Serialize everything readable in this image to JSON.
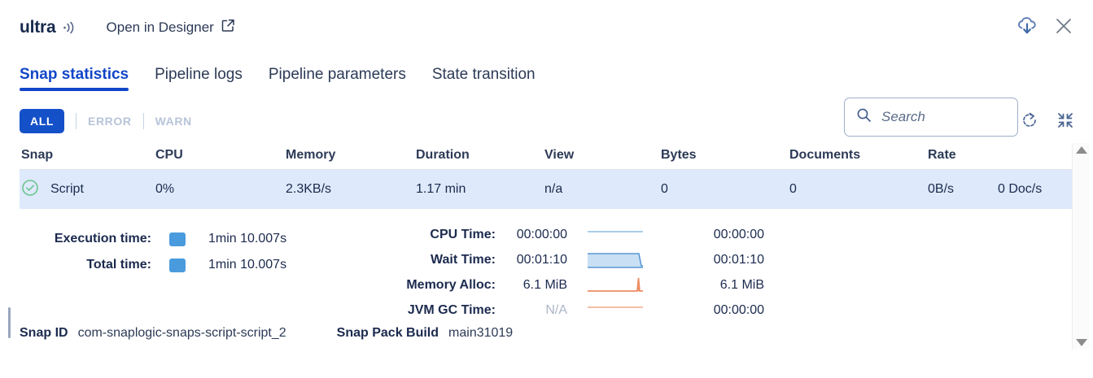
{
  "header": {
    "brand": "ultra",
    "sound_icon": "sound-icon",
    "open_in_designer": "Open in Designer",
    "external_link_icon": "external-link-icon",
    "download_icon": "cloud-download-icon",
    "close_icon": "close-icon"
  },
  "tabs": [
    {
      "label": "Snap statistics",
      "active": true
    },
    {
      "label": "Pipeline logs",
      "active": false
    },
    {
      "label": "Pipeline parameters",
      "active": false
    },
    {
      "label": "State transition",
      "active": false
    }
  ],
  "filters": {
    "all": "ALL",
    "error": "ERROR",
    "warn": "WARN"
  },
  "search": {
    "placeholder": "Search",
    "value": "",
    "icon": "search-icon"
  },
  "toolbar": {
    "refresh_icon": "refresh-icon",
    "collapse_icon": "collapse-icon"
  },
  "table": {
    "columns": [
      "Snap",
      "CPU",
      "Memory",
      "Duration",
      "View",
      "Bytes",
      "Documents",
      "Rate",
      ""
    ],
    "rows": [
      {
        "status_icon": "check-circle-icon",
        "snap": "Script",
        "cpu": "0%",
        "memory": "2.3KB/s",
        "duration": "1.17 min",
        "view": "n/a",
        "bytes": "0",
        "documents": "0",
        "rate": "0B/s",
        "rate_docs": "0 Doc/s",
        "selected": true
      }
    ]
  },
  "detail": {
    "left": [
      {
        "label": "Execution time:",
        "swatch": "#4a9bdd",
        "value": "1min 10.007s"
      },
      {
        "label": "Total time:",
        "swatch": "#4a9bdd",
        "value": "1min 10.007s"
      }
    ],
    "metrics": [
      {
        "label": "CPU Time:",
        "value": "00:00:00",
        "na": false,
        "total": "00:00:00",
        "spark": "flat-blue-line"
      },
      {
        "label": "Wait Time:",
        "value": "00:01:10",
        "na": false,
        "total": "00:01:10",
        "spark": "filled-blue-area"
      },
      {
        "label": "Memory Alloc:",
        "value": "6.1 MiB",
        "na": false,
        "total": "6.1 MiB",
        "spark": "orange-line-spike"
      },
      {
        "label": "JVM GC Time:",
        "value": "N/A",
        "na": true,
        "total": "00:00:00",
        "spark": "flat-orange-line"
      }
    ],
    "snap_id_label": "Snap ID",
    "snap_id_value": "com-snaplogic-snaps-script-script_2",
    "snap_pack_label": "Snap Pack Build",
    "snap_pack_value": "main31019"
  },
  "colors": {
    "accent_blue": "#1246c8",
    "chip_blue": "#1450c8",
    "row_selected": "#dee9fb",
    "green_status": "#58c18a",
    "spark_blue": "#7fb4e0",
    "spark_orange": "#e8845a"
  },
  "scroll": {
    "up_arrow": "scroll-up-arrow",
    "down_arrow": "scroll-down-arrow"
  }
}
